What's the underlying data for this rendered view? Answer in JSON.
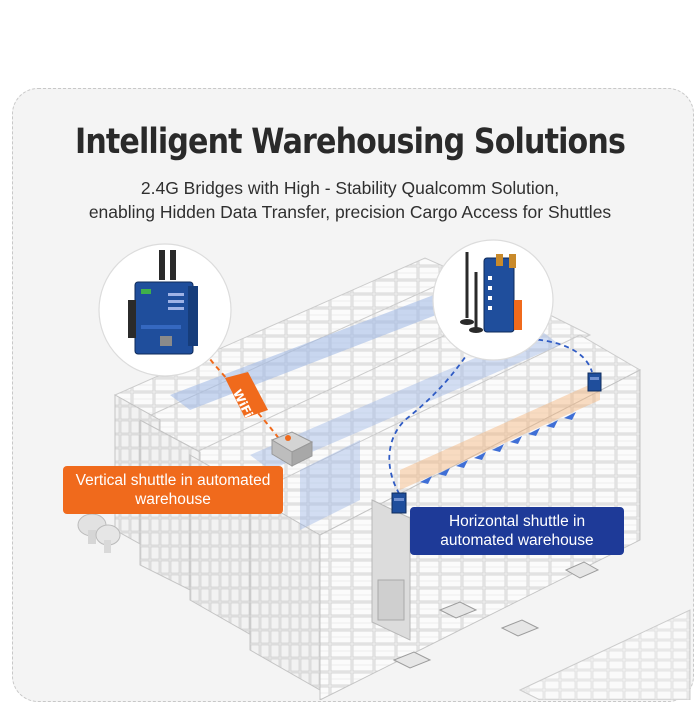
{
  "title": "Intelligent Warehousing Solutions",
  "subtitle_line1": "2.4G Bridges with High - Stability Qualcomm Solution,",
  "subtitle_line2": "enabling Hidden Data Transfer, precision Cargo Access for Shuttles",
  "wifi_label": "WiFi",
  "callouts": {
    "vertical": "Vertical shuttle in automated warehouse",
    "horizontal": "Horizontal shuttle in automated warehouse"
  },
  "colors": {
    "orange_accent": "#f06a1c",
    "navy_accent": "#1e3a98",
    "device_blue": "#1f4e9c",
    "background": "#f4f4f4"
  }
}
